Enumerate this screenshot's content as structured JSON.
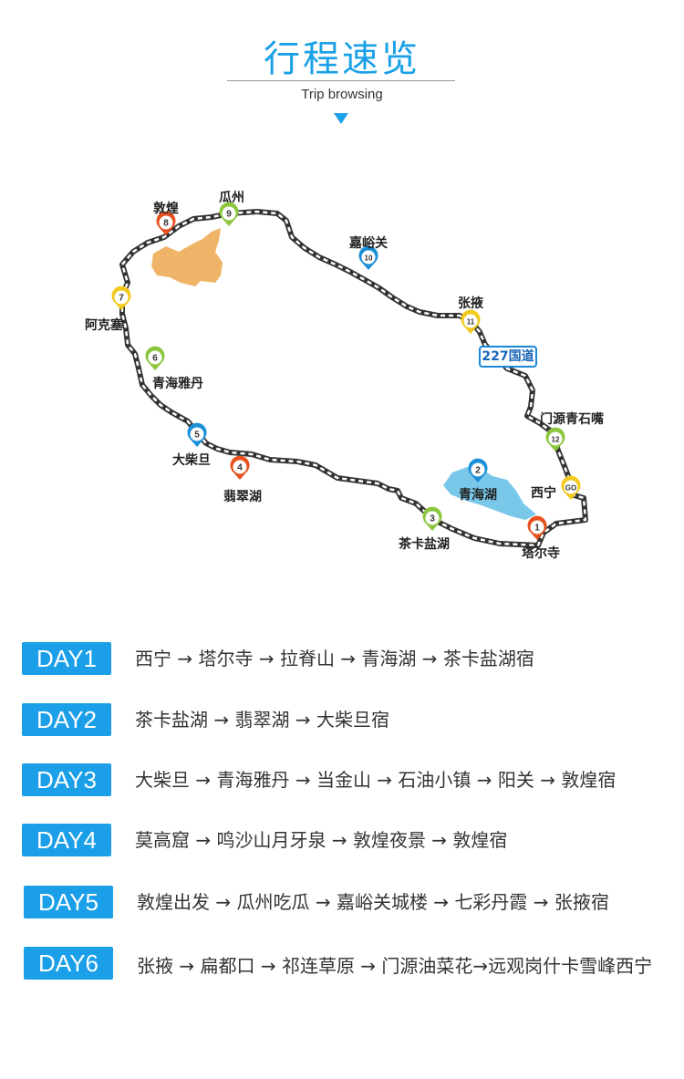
{
  "header": {
    "title": "行程速览",
    "subtitle": "Trip browsing"
  },
  "colors": {
    "accent": "#1aa0e6",
    "pin_red": "#e8501e",
    "pin_green": "#8cc63e",
    "pin_blue": "#1b8fd8",
    "pin_yellow": "#f2c91c",
    "lake": "#79c8ea",
    "desert": "#f0b468",
    "road": "#333333"
  },
  "map": {
    "road_badge": "227国道",
    "places": [
      {
        "num": "1",
        "name": "塔尔寺",
        "color": "red"
      },
      {
        "num": "2",
        "name": "青海湖",
        "color": "blue"
      },
      {
        "num": "3",
        "name": "茶卡盐湖",
        "color": "green"
      },
      {
        "num": "4",
        "name": "翡翠湖",
        "color": "red"
      },
      {
        "num": "5",
        "name": "大柴旦",
        "color": "blue"
      },
      {
        "num": "6",
        "name": "青海雅丹",
        "color": "green"
      },
      {
        "num": "7",
        "name": "阿克塞",
        "color": "yellow"
      },
      {
        "num": "8",
        "name": "敦煌",
        "color": "red"
      },
      {
        "num": "9",
        "name": "瓜州",
        "color": "green"
      },
      {
        "num": "10",
        "name": "嘉峪关",
        "color": "blue"
      },
      {
        "num": "11",
        "name": "张掖",
        "color": "yellow"
      },
      {
        "num": "12",
        "name": "门源青石嘴",
        "color": "green"
      },
      {
        "num": "GO",
        "name": "西宁",
        "color": "yellow"
      }
    ]
  },
  "days": [
    {
      "label": "DAY1",
      "text": "西宁 → 塔尔寺 → 拉脊山 → 青海湖 → 茶卡盐湖宿"
    },
    {
      "label": "DAY2",
      "text": "茶卡盐湖 → 翡翠湖 → 大柴旦宿"
    },
    {
      "label": "DAY3",
      "text": "大柴旦 → 青海雅丹 → 当金山 → 石油小镇 → 阳关 → 敦煌宿"
    },
    {
      "label": "DAY4",
      "text": "莫高窟 → 鸣沙山月牙泉 → 敦煌夜景 → 敦煌宿"
    },
    {
      "label": "DAY5",
      "text": "敦煌出发 → 瓜州吃瓜 → 嘉峪关城楼 → 七彩丹霞 → 张掖宿"
    },
    {
      "label": "DAY6",
      "text": "张掖 → 扁都口 → 祁连草原 → 门源油菜花→远观岗什卡雪峰西宁"
    }
  ]
}
